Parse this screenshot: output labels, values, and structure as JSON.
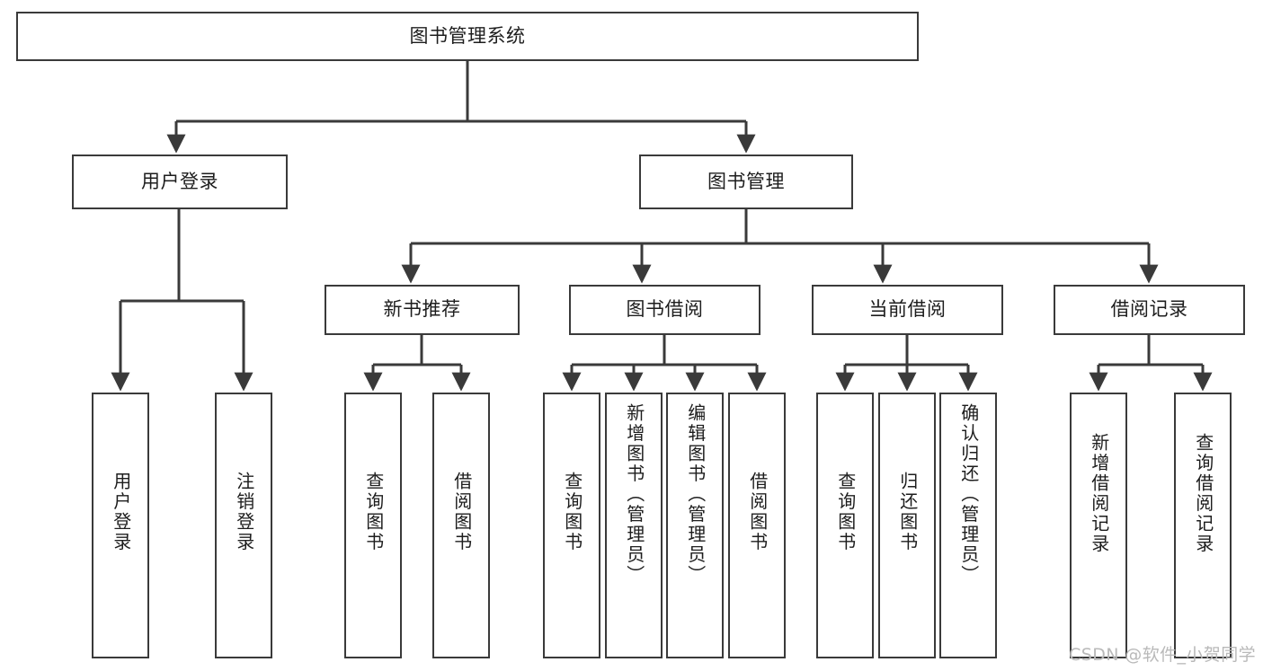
{
  "diagram": {
    "title": "图书管理系统",
    "type": "hierarchy-tree",
    "background_color": "#ffffff",
    "line_color": "#3a3a3a",
    "box_border_color": "#3a3a3a",
    "box_fill_color": "#ffffff",
    "text_color": "#1d1d1d"
  },
  "root": {
    "label": "图书管理系统"
  },
  "level1": [
    {
      "label": "用户登录"
    },
    {
      "label": "图书管理"
    }
  ],
  "level2": [
    {
      "label": "新书推荐"
    },
    {
      "label": "图书借阅"
    },
    {
      "label": "当前借阅"
    },
    {
      "label": "借阅记录"
    }
  ],
  "leaves": {
    "user_login": [
      {
        "label": "用户登录"
      },
      {
        "label": "注销登录"
      }
    ],
    "new_book_recommend": [
      {
        "label": "查询图书"
      },
      {
        "label": "借阅图书"
      }
    ],
    "book_borrow": [
      {
        "label": "查询图书"
      },
      {
        "label": "新增图书（管理员）"
      },
      {
        "label": "编辑图书（管理员）"
      },
      {
        "label": "借阅图书"
      }
    ],
    "current_borrow": [
      {
        "label": "查询图书"
      },
      {
        "label": "归还图书"
      },
      {
        "label": "确认归还（管理员）"
      }
    ],
    "borrow_record": [
      {
        "label": "新增借阅记录"
      },
      {
        "label": "查询借阅记录"
      }
    ]
  },
  "watermark": {
    "text": "CSDN @软件_小贺同学"
  }
}
